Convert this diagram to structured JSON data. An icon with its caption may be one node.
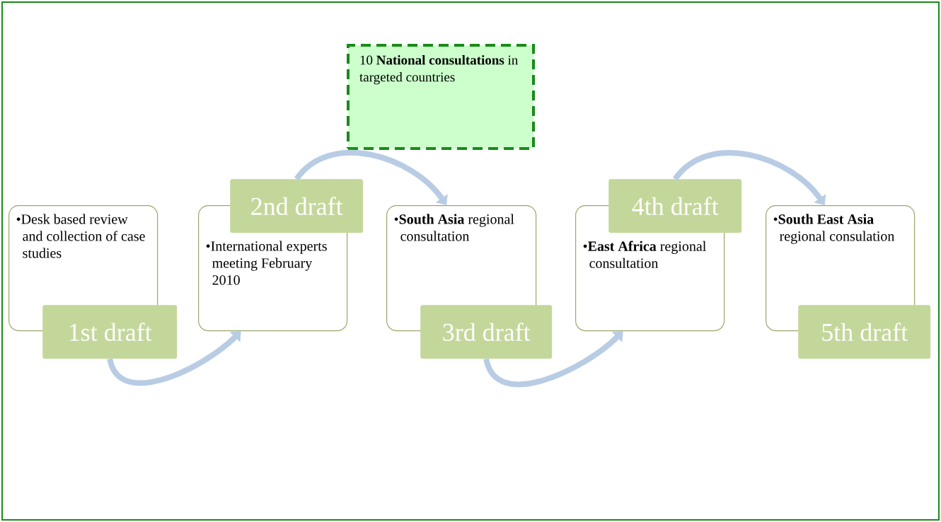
{
  "diagram": {
    "nodes": [
      {
        "text": [
          "•Desk based review and collection of case studies"
        ]
      },
      {
        "text": [
          "1st draft"
        ]
      },
      {
        "text": [
          "•International experts meeting February 2010"
        ]
      },
      {
        "text": [
          "2nd draft"
        ]
      },
      {
        "text": [
          "10 **National consultations** in targeted countries"
        ]
      },
      {
        "text": [
          "•**South Asia** regional consultation"
        ]
      },
      {
        "text": [
          "3rd draft"
        ]
      },
      {
        "text": [
          "•**East Africa** regional consultation"
        ]
      },
      {
        "text": [
          "4th draft"
        ]
      },
      {
        "text": [
          "•**South East Asia** regional consulation"
        ]
      },
      {
        "text": [
          "5th draft"
        ]
      }
    ],
    "edges": [
      {
        "from": 1,
        "to": 2,
        "arrow": "to"
      },
      {
        "from": 3,
        "to": 5,
        "arrow": "to"
      },
      {
        "from": 6,
        "to": 7,
        "arrow": "to"
      },
      {
        "from": 8,
        "to": 9,
        "arrow": "to"
      }
    ]
  }
}
